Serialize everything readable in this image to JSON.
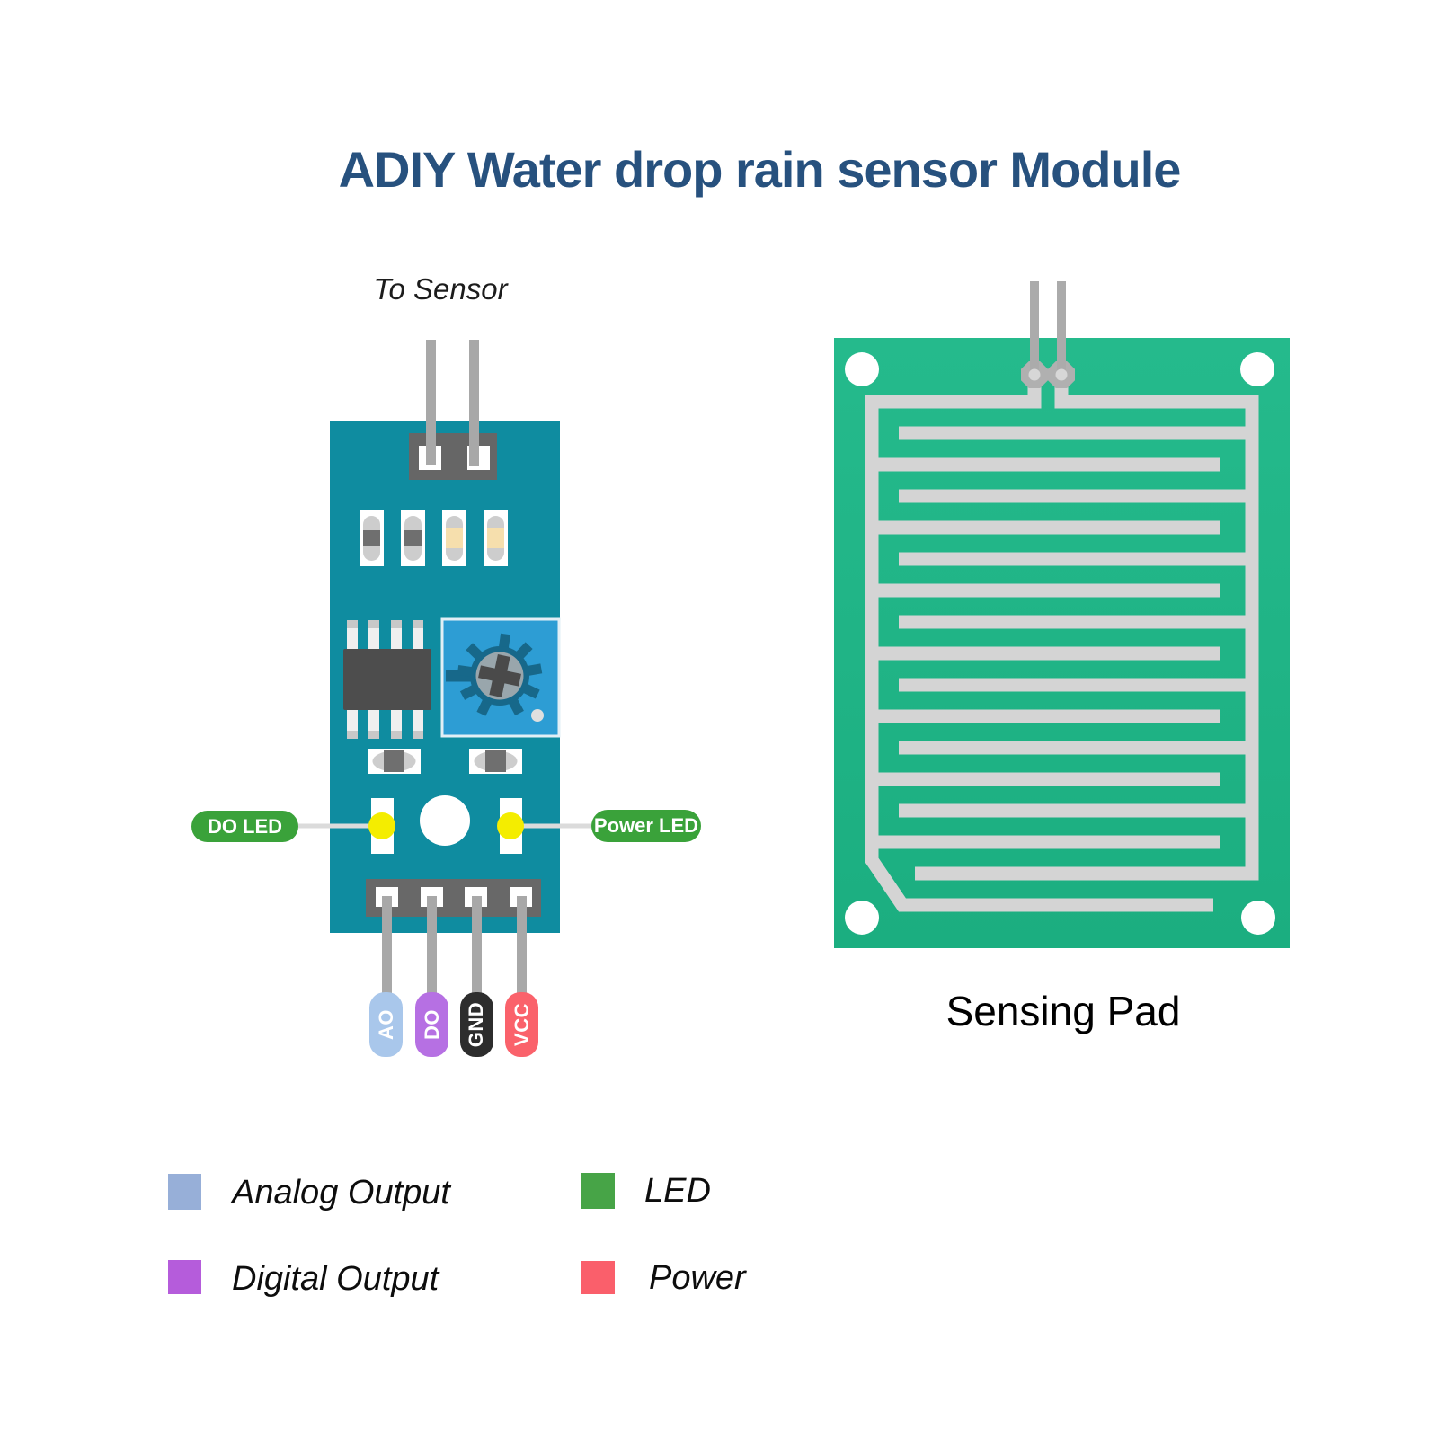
{
  "title": "ADIY Water drop rain sensor Module",
  "module": {
    "top_connector_label": "To Sensor",
    "do_led_label": "DO LED",
    "power_led_label": "Power LED",
    "pins": [
      {
        "label": "AO",
        "color": "#A9C7EB"
      },
      {
        "label": "DO",
        "color": "#B670E3"
      },
      {
        "label": "GND",
        "color": "#2D2D2D"
      },
      {
        "label": "VCC",
        "color": "#FA626B"
      }
    ]
  },
  "sensing_pad": {
    "caption": "Sensing Pad"
  },
  "legend": [
    {
      "label": "Analog Output",
      "color": "#97AFD8"
    },
    {
      "label": "Digital Output",
      "color": "#B55CDB"
    },
    {
      "label": "LED",
      "color": "#47A447"
    },
    {
      "label": "Power",
      "color": "#FA5F6B"
    }
  ],
  "colors": {
    "title_text": "#27517E",
    "module_pcb": "#0F8CA0",
    "potentiometer_body": "#2D9DD4",
    "potentiometer_knob": "#17688A",
    "ic_body": "#4D4D4D",
    "connector_housing": "#666666",
    "pin_metal": "#A8A8A8",
    "led_yellow": "#F4ED00",
    "label_pill_green": "#3AA23A",
    "sensing_pad_green": "#1FB285",
    "pad_trace_gray": "#D4D4D4"
  }
}
